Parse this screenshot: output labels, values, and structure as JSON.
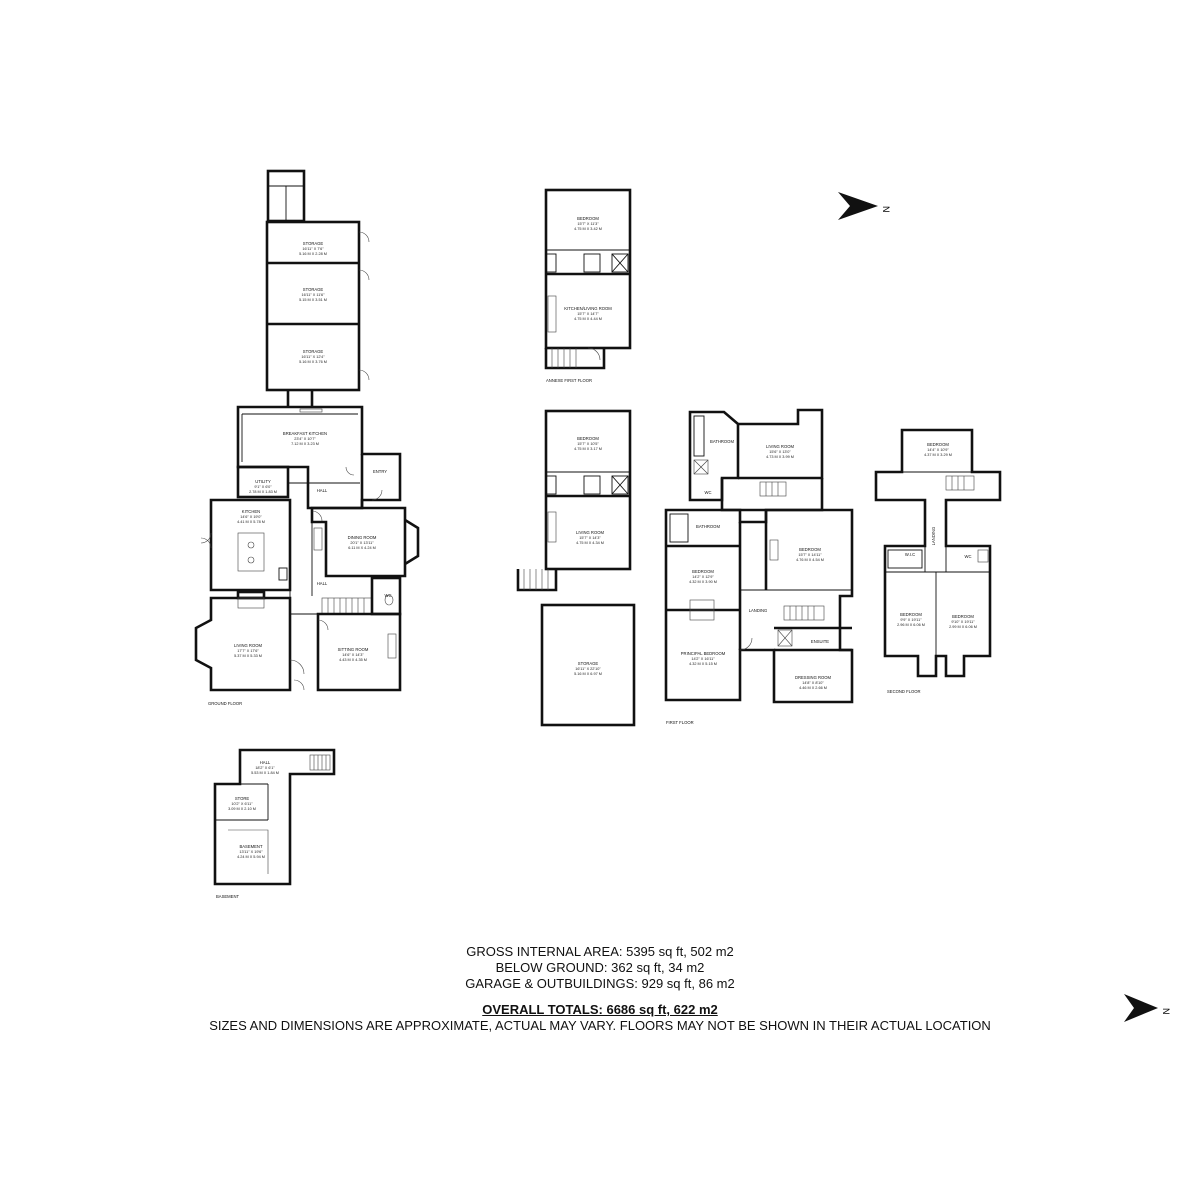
{
  "floors": {
    "ground": "GROUND FLOOR",
    "basement": "BASEMENT",
    "annexe_first": "ANNEXE FIRST FLOOR",
    "first": "FIRST FLOOR",
    "second": "SECOND FLOOR"
  },
  "rooms": {
    "storage_1": {
      "name": "STORAGE",
      "dims": [
        "16'11\" X 7'6\"",
        "5.16 M X 2.28 M"
      ]
    },
    "storage_2": {
      "name": "STORAGE",
      "dims": [
        "16'11\" X 11'6\"",
        "5.15 M X 3.51 M"
      ]
    },
    "storage_3": {
      "name": "STORAGE",
      "dims": [
        "16'11\" X 12'4\"",
        "5.16 M X 3.76 M"
      ]
    },
    "breakfast_kitchen": {
      "name": "BREAKFAST KITCHEN",
      "dims": [
        "23'4\" X 10'7\"",
        "7.12 M X 3.23 M"
      ]
    },
    "entry": {
      "name": "ENTRY",
      "dims": []
    },
    "utility": {
      "name": "UTILITY",
      "dims": [
        "9'1\" X 6'0\"",
        "2.78 M X 1.83 M"
      ]
    },
    "hall_ground_1": {
      "name": "HALL",
      "dims": []
    },
    "kitchen": {
      "name": "KITCHEN",
      "dims": [
        "14'6\" X 19'0\"",
        "4.41 M X 5.78 M"
      ]
    },
    "dining_room": {
      "name": "DINING ROOM",
      "dims": [
        "20'1\" X 13'11\"",
        "6.11 M X 4.24 M"
      ]
    },
    "hall_ground_2": {
      "name": "HALL",
      "dims": []
    },
    "wc_ground": {
      "name": "WC",
      "dims": []
    },
    "living_room_ground": {
      "name": "LIVING ROOM",
      "dims": [
        "17'7\" X 17'6\"",
        "5.37 M X 5.33 M"
      ]
    },
    "sitting_room": {
      "name": "SITTING ROOM",
      "dims": [
        "14'6\" X 14'3\"",
        "4.43 M X 4.35 M"
      ]
    },
    "hall_basement": {
      "name": "HALL",
      "dims": [
        "18'2\" X 6'1\"",
        "5.53 M X 1.84 M"
      ]
    },
    "store": {
      "name": "STORE",
      "dims": [
        "10'2\" X 6'11\"",
        "3.09 M X 2.10 M"
      ]
    },
    "basement": {
      "name": "BASEMENT",
      "dims": [
        "13'11\" X 19'6\"",
        "4.24 M X 5.94 M"
      ]
    },
    "annexe_bedroom": {
      "name": "BEDROOM",
      "dims": [
        "15'7\" X 11'3\"",
        "4.75 M X 3.42 M"
      ]
    },
    "annexe_kitchen_living": {
      "name": "KITCHEN/LIVING ROOM",
      "dims": [
        "15'7\" X 14'7\"",
        "4.75 M X 4.44 M"
      ]
    },
    "annexe_ground_bedroom": {
      "name": "BEDROOM",
      "dims": [
        "15'7\" X 10'5\"",
        "4.75 M X 3.17 M"
      ]
    },
    "annexe_ground_living": {
      "name": "LIVING ROOM",
      "dims": [
        "15'7\" X 14'3\"",
        "4.75 M X 4.34 M"
      ]
    },
    "garage_storage": {
      "name": "STORAGE",
      "dims": [
        "16'11\" X 22'10\"",
        "5.16 M X 6.97 M"
      ]
    },
    "bathroom_first_1": {
      "name": "BATHROOM",
      "dims": []
    },
    "living_room_first": {
      "name": "LIVING ROOM",
      "dims": [
        "15'6\" X 13'0\"",
        "4.73 M X 3.99 M"
      ]
    },
    "wc_first": {
      "name": "WC",
      "dims": []
    },
    "bathroom_first_2": {
      "name": "BATHROOM",
      "dims": []
    },
    "bedroom_first_1": {
      "name": "BEDROOM",
      "dims": [
        "14'2\" X 12'9\"",
        "4.32 M X 3.90 M"
      ]
    },
    "bedroom_first_2": {
      "name": "BEDROOM",
      "dims": [
        "15'7\" X 14'11\"",
        "4.76 M X 4.54 M"
      ]
    },
    "landing_first": {
      "name": "LANDING",
      "dims": []
    },
    "principal_bedroom": {
      "name": "PRINCIPAL BEDROOM",
      "dims": [
        "14'2\" X 16'11\"",
        "4.32 M X 5.15 M"
      ]
    },
    "ensuite": {
      "name": "ENSUITE",
      "dims": []
    },
    "dressing_room": {
      "name": "DRESSING ROOM",
      "dims": [
        "14'8\" X 8'10\"",
        "4.46 M X 2.66 M"
      ]
    },
    "bedroom_second_1": {
      "name": "BEDROOM",
      "dims": [
        "14'4\" X 10'9\"",
        "4.37 M X 3.29 M"
      ]
    },
    "landing_second": {
      "name": "LANDING",
      "dims": []
    },
    "wic": {
      "name": "W.I.C",
      "dims": []
    },
    "wc_second": {
      "name": "WC",
      "dims": []
    },
    "bedroom_second_2": {
      "name": "BEDROOM",
      "dims": [
        "9'9\" X 19'11\"",
        "2.96 M X 6.06 M"
      ]
    },
    "bedroom_second_3": {
      "name": "BEDROOM",
      "dims": [
        "9'10\" X 19'11\"",
        "2.99 M X 6.06 M"
      ]
    }
  },
  "compass": {
    "label": "N",
    "icon": "north-arrow-icon"
  },
  "totals": {
    "gross": "GROSS INTERNAL AREA: 5395 sq ft, 502 m2",
    "below": "BELOW GROUND: 362 sq ft, 34 m2",
    "garage": "GARAGE & OUTBUILDINGS: 929 sq ft, 86 m2",
    "overall": "OVERALL TOTALS: 6686 sq ft, 622 m2",
    "disclaimer": "SIZES AND DIMENSIONS ARE APPROXIMATE, ACTUAL MAY VARY.  FLOORS MAY NOT BE SHOWN IN THEIR ACTUAL LOCATION"
  }
}
